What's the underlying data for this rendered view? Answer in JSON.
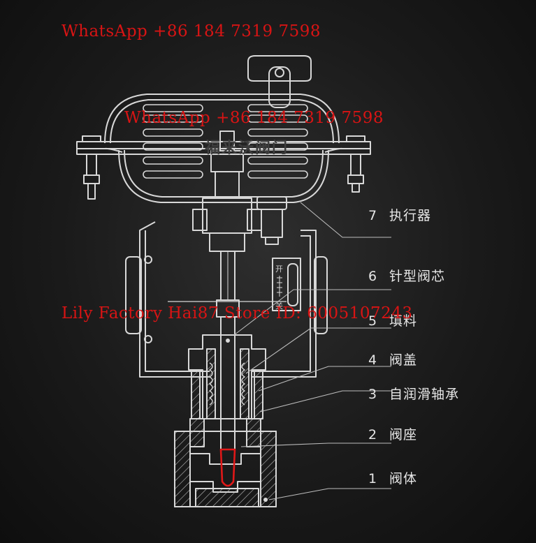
{
  "colors": {
    "line": "#d8d8d8",
    "accent": "#e11818",
    "label": "#e6e6e6",
    "watermark": "#d81414"
  },
  "brand_stamp": "福来沃阀门",
  "scale": {
    "open": "开",
    "close": "关"
  },
  "parts": [
    {
      "num": "7",
      "name": "执行器"
    },
    {
      "num": "6",
      "name": "针型阀芯"
    },
    {
      "num": "5",
      "name": "填料"
    },
    {
      "num": "4",
      "name": "阀盖"
    },
    {
      "num": "3",
      "name": "自润滑轴承"
    },
    {
      "num": "2",
      "name": "阀座"
    },
    {
      "num": "1",
      "name": "阀体"
    }
  ],
  "watermarks": {
    "top": "WhatsApp +86 184 7319 7598",
    "middle": "WhatsApp +86 184 7319 7598",
    "store": "Lily Factory Hai87 Store ID: 6005107243"
  }
}
